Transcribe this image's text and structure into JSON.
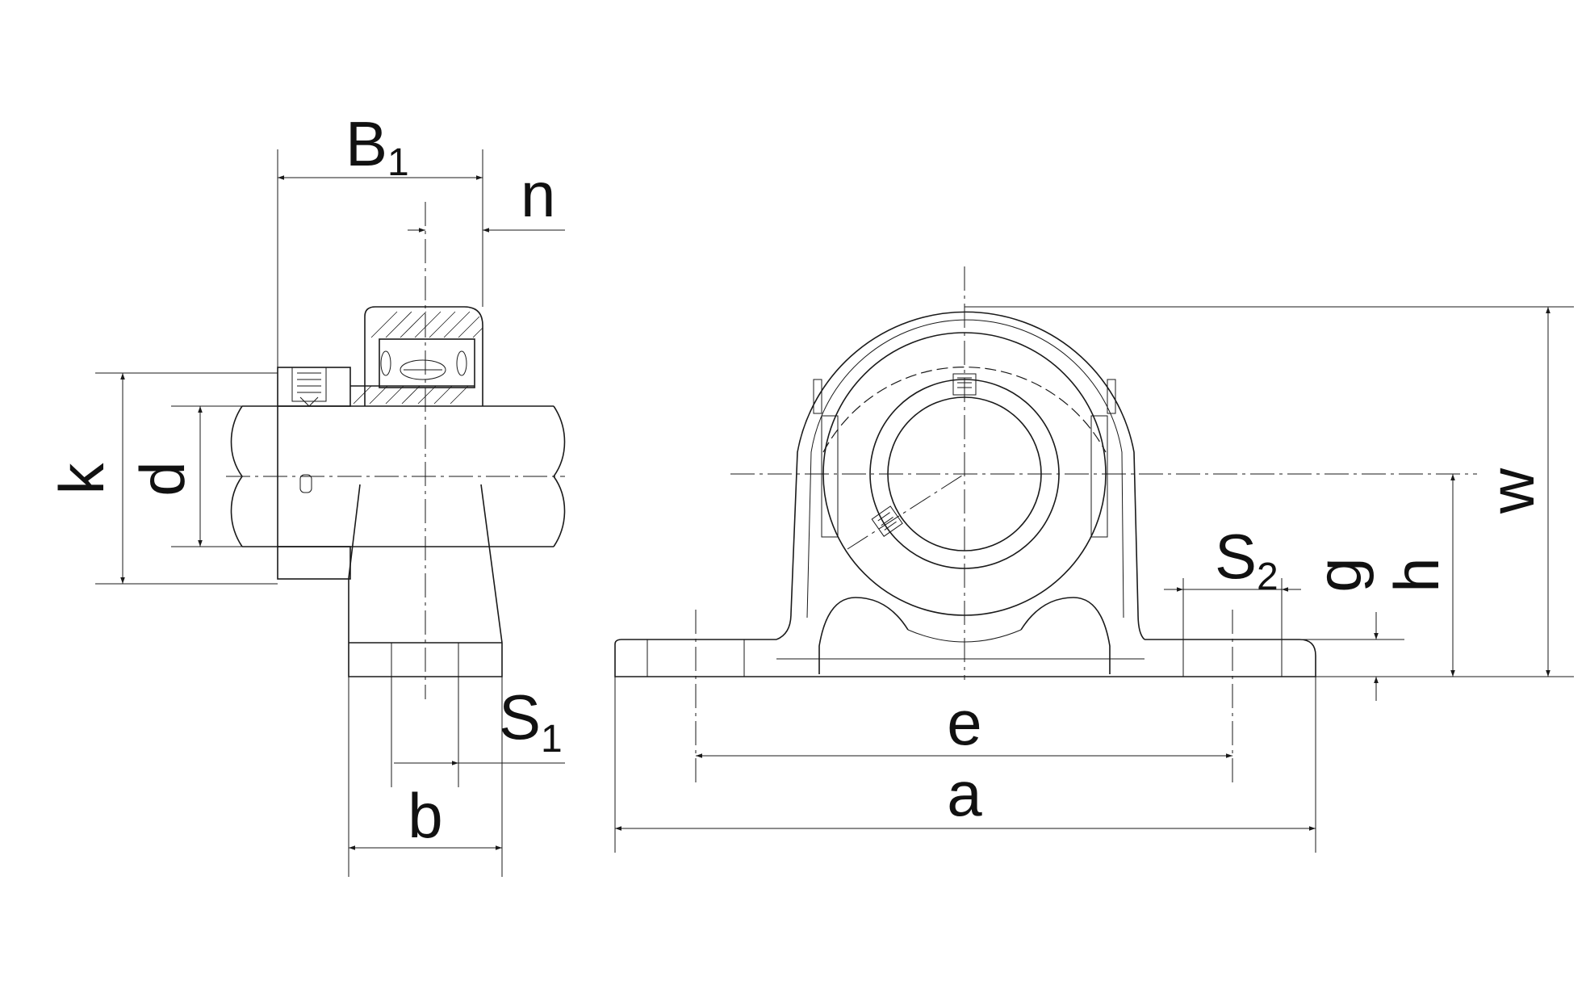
{
  "labels": {
    "B": "B",
    "B_sub": "1",
    "n": "n",
    "k": "k",
    "d": "d",
    "S1": "S",
    "S1_sub": "1",
    "b": "b",
    "e": "e",
    "a": "a",
    "S2": "S",
    "S2_sub": "2",
    "g": "g",
    "h": "h",
    "w": "w"
  }
}
